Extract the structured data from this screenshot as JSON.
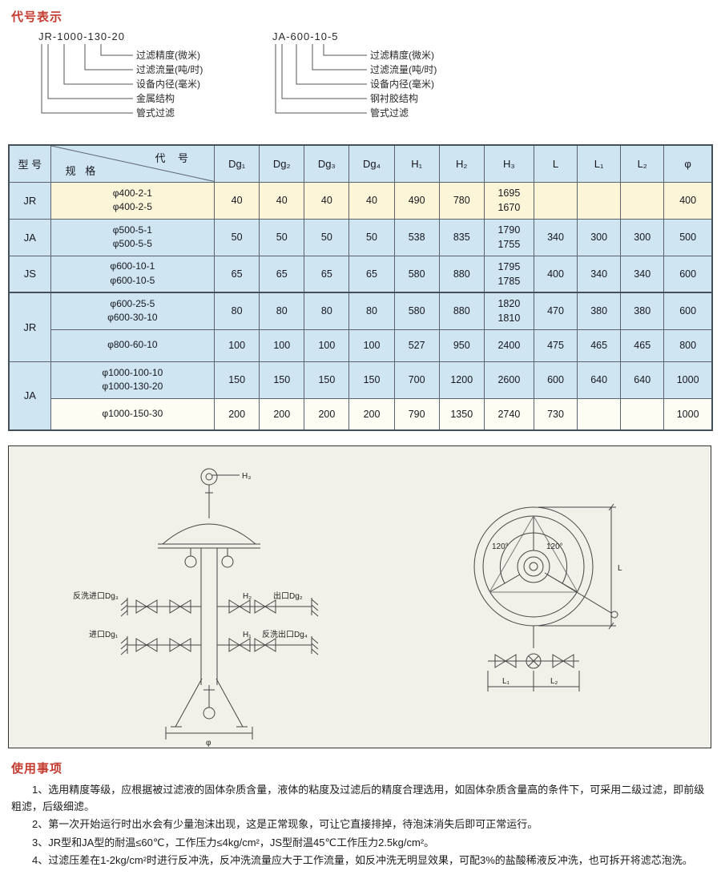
{
  "colors": {
    "accent_red": "#c43b2f",
    "row_cream": "#fdf5d8",
    "row_blue": "#cfe5f1",
    "panel_bg": "#f2f1e9"
  },
  "sections": {
    "coding": {
      "heading": "代号表示",
      "codes": [
        {
          "code": "JR-1000-130-20",
          "labels": [
            "过滤精度(微米)",
            "过滤流量(吨/时)",
            "设备内径(毫米)",
            "金属结构",
            "管式过滤"
          ]
        },
        {
          "code": "JA-600-10-5",
          "labels": [
            "过滤精度(微米)",
            "过滤流量(吨/时)",
            "设备内径(毫米)",
            "钢衬胶结构",
            "管式过滤"
          ]
        }
      ]
    },
    "table": {
      "header": {
        "model": "型 号",
        "code": "代 号",
        "spec": "规 格",
        "cols": [
          "Dg₁",
          "Dg₂",
          "Dg₃",
          "Dg₄",
          "H₁",
          "H₂",
          "H₃",
          "L",
          "L₁",
          "L₂",
          "φ"
        ]
      },
      "rows": [
        {
          "model": "JR",
          "spec1": "φ400-2-1",
          "spec2": "φ400-2-5",
          "dg1": "40",
          "dg2": "40",
          "dg3": "40",
          "dg4": "40",
          "h1": "490",
          "h2": "780",
          "h3a": "1695",
          "h3b": "1670",
          "l": "",
          "l1": "",
          "l2": "",
          "phi": "400"
        },
        {
          "model": "JA",
          "spec1": "φ500-5-1",
          "spec2": "φ500-5-5",
          "dg1": "50",
          "dg2": "50",
          "dg3": "50",
          "dg4": "50",
          "h1": "538",
          "h2": "835",
          "h3a": "1790",
          "h3b": "1755",
          "l": "340",
          "l1": "300",
          "l2": "300",
          "phi": "500"
        },
        {
          "model": "JS",
          "spec1": "φ600-10-1",
          "spec2": "φ600-10-5",
          "dg1": "65",
          "dg2": "65",
          "dg3": "65",
          "dg4": "65",
          "h1": "580",
          "h2": "880",
          "h3a": "1795",
          "h3b": "1785",
          "l": "400",
          "l1": "340",
          "l2": "340",
          "phi": "600"
        },
        {
          "model": "JR",
          "spec1": "φ600-25-5",
          "spec2": "φ600-30-10",
          "dg1": "80",
          "dg2": "80",
          "dg3": "80",
          "dg4": "80",
          "h1": "580",
          "h2": "880",
          "h3a": "1820",
          "h3b": "1810",
          "l": "470",
          "l1": "380",
          "l2": "380",
          "phi": "600"
        },
        {
          "model": "",
          "spec1": "φ800-60-10",
          "spec2": "",
          "dg1": "100",
          "dg2": "100",
          "dg3": "100",
          "dg4": "100",
          "h1": "527",
          "h2": "950",
          "h3a": "2400",
          "h3b": "",
          "l": "475",
          "l1": "465",
          "l2": "465",
          "phi": "800"
        },
        {
          "model": "JA",
          "spec1": "φ1000-100-10",
          "spec2": "φ1000-130-20",
          "dg1": "150",
          "dg2": "150",
          "dg3": "150",
          "dg4": "150",
          "h1": "700",
          "h2": "1200",
          "h3a": "2600",
          "h3b": "",
          "l": "600",
          "l1": "640",
          "l2": "640",
          "phi": "1000"
        },
        {
          "model": "",
          "spec1": "φ1000-150-30",
          "spec2": "",
          "dg1": "200",
          "dg2": "200",
          "dg3": "200",
          "dg4": "200",
          "h1": "790",
          "h2": "1350",
          "h3a": "2740",
          "h3b": "",
          "l": "730",
          "l1": "",
          "l2": "",
          "phi": "1000"
        }
      ]
    },
    "drawing": {
      "labels": {
        "h3": "H₃",
        "backwash_inlet": "反洗进口Dg₃",
        "outlet": "出口Dg₂",
        "h2": "H₂",
        "h1": "H₁",
        "inlet": "进口Dg₁",
        "backwash_outlet": "反洗出口Dg₄",
        "phi": "φ",
        "angle_left": "120°",
        "angle_right": "120°",
        "dim_l": "L",
        "dim_l1": "L₁",
        "dim_l2": "L₂"
      }
    },
    "notes": {
      "heading": "使用事项",
      "items": [
        "1、选用精度等级，应根据被过滤液的固体杂质含量，液体的粘度及过滤后的精度合理选用，如固体杂质含量高的条件下，可采用二级过滤，即前级粗滤，后级细滤。",
        "2、第一次开始运行时出水会有少量泡沫出现，这是正常现象，可让它直接排掉，待泡沫消失后即可正常运行。",
        "3、JR型和JA型的耐温≤60℃，工作压力≤4kg/cm²，JS型耐温45℃工作压力2.5kg/cm²。",
        "4、过滤压差在1-2kg/cm²时进行反冲洗，反冲洗流量应大于工作流量，如反冲洗无明显效果，可配3%的盐酸稀液反冲洗，也可拆开将滤芯泡洗。"
      ]
    }
  }
}
